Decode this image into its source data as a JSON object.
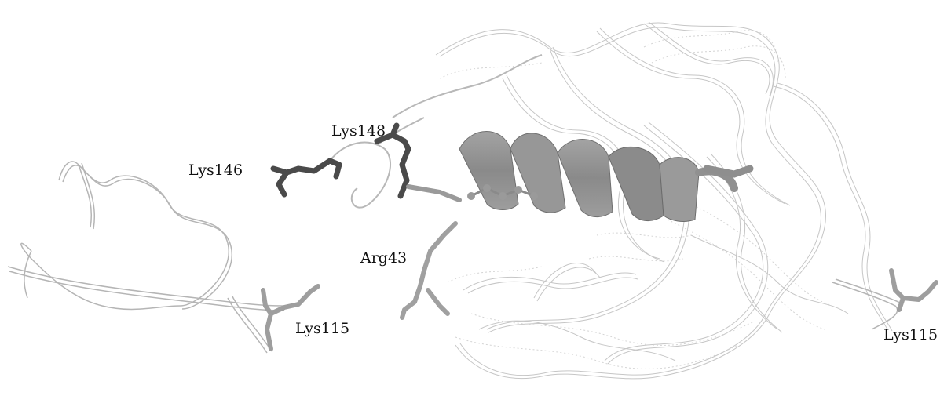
{
  "labels": {
    "lys148": "Lys148",
    "lys146": "Lys146",
    "arg43": "Arg43",
    "lys115_left": "Lys115",
    "lys115_right": "Lys115"
  },
  "colors": {
    "ribbon": "#b9b9b9",
    "ribbon_light": "#cfcfcf",
    "helix": "#8f8f8f",
    "helix_dark": "#747474",
    "lys_dark": "#4a4a4a",
    "residue_gray": "#9a9a9a"
  }
}
